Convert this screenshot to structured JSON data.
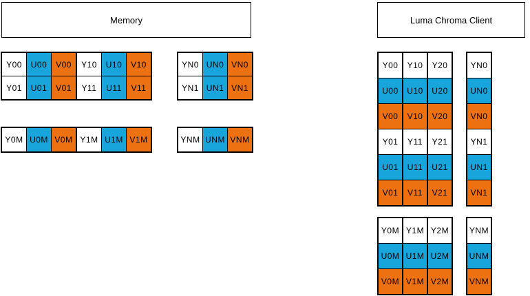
{
  "titles": {
    "memory": "Memory",
    "client": "Luma Chroma Client"
  },
  "legend_colors": {
    "luma_y": "#ffffff",
    "chroma_u": "#18a5dc",
    "chroma_v": "#ee7111",
    "line": "#000000"
  },
  "blocks": {
    "mem_rows_0": {
      "groups": [
        [
          [
            "Y00",
            "U00",
            "V00"
          ],
          [
            "Y01",
            "U01",
            "V01"
          ]
        ],
        [
          [
            "Y10",
            "U10",
            "V10"
          ],
          [
            "Y11",
            "U11",
            "V11"
          ]
        ]
      ]
    },
    "mem_rows_n": {
      "groups": [
        [
          [
            "YN0",
            "UN0",
            "VN0"
          ],
          [
            "YN1",
            "UN1",
            "VN1"
          ]
        ]
      ]
    },
    "mem_rows_m": {
      "groups": [
        [
          [
            "Y0M",
            "U0M",
            "V0M"
          ]
        ],
        [
          [
            "Y1M",
            "U1M",
            "V1M"
          ]
        ]
      ]
    },
    "mem_rows_nm": {
      "groups": [
        [
          [
            "YNM",
            "UNM",
            "VNM"
          ]
        ]
      ]
    },
    "client_cols_0": {
      "groups": [
        [
          [
            "Y00"
          ],
          [
            "U00"
          ],
          [
            "V00"
          ],
          [
            "Y01"
          ],
          [
            "U01"
          ],
          [
            "V01"
          ]
        ],
        [
          [
            "Y10"
          ],
          [
            "U10"
          ],
          [
            "V10"
          ],
          [
            "Y11"
          ],
          [
            "U11"
          ],
          [
            "V11"
          ]
        ],
        [
          [
            "Y20"
          ],
          [
            "U20"
          ],
          [
            "V20"
          ],
          [
            "Y21"
          ],
          [
            "U21"
          ],
          [
            "V21"
          ]
        ]
      ]
    },
    "client_cols_n": {
      "groups": [
        [
          [
            "YN0"
          ],
          [
            "UN0"
          ],
          [
            "VN0"
          ],
          [
            "YN1"
          ],
          [
            "UN1"
          ],
          [
            "VN1"
          ]
        ]
      ]
    },
    "client_cols_m": {
      "groups": [
        [
          [
            "Y0M"
          ],
          [
            "U0M"
          ],
          [
            "V0M"
          ]
        ],
        [
          [
            "Y1M"
          ],
          [
            "U1M"
          ],
          [
            "V1M"
          ]
        ],
        [
          [
            "Y2M"
          ],
          [
            "U2M"
          ],
          [
            "V2M"
          ]
        ]
      ]
    },
    "client_cols_nm": {
      "groups": [
        [
          [
            "YNM"
          ],
          [
            "UNM"
          ],
          [
            "VNM"
          ]
        ]
      ]
    }
  }
}
